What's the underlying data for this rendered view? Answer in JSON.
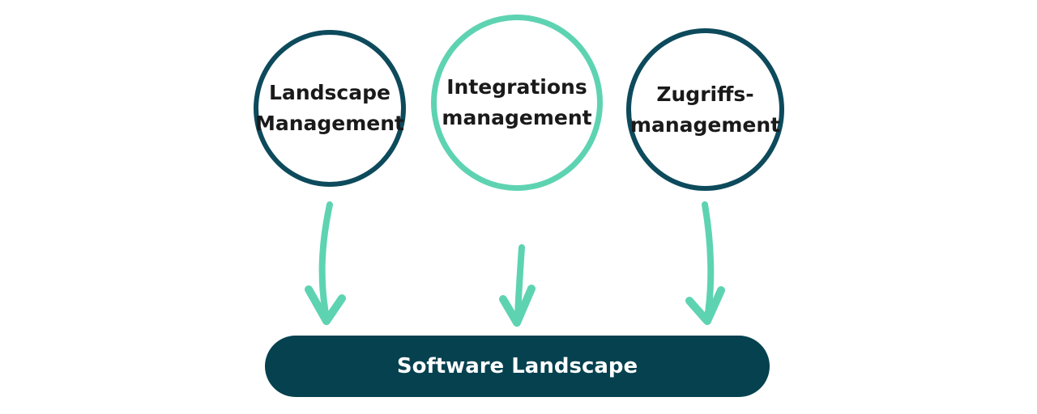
{
  "circles": [
    {
      "line1": "Landscape",
      "line2": "Management",
      "border_color": "#0d4a5c"
    },
    {
      "line1": "Integrations",
      "line2": "management",
      "border_color": "#5ed3b2"
    },
    {
      "line1": "Zugriffs-",
      "line2": "management",
      "border_color": "#0d4a5c"
    }
  ],
  "arrows": {
    "direction": "down",
    "count": 3,
    "color": "#5ed3b2"
  },
  "target": {
    "label": "Software Landscape",
    "bg_color": "#05414f",
    "text_color": "#ffffff"
  },
  "colors": {
    "dark_teal": "#0d4a5c",
    "mint": "#5ed3b2",
    "background": "#ffffff",
    "circle_text": "#1a1a1a"
  }
}
